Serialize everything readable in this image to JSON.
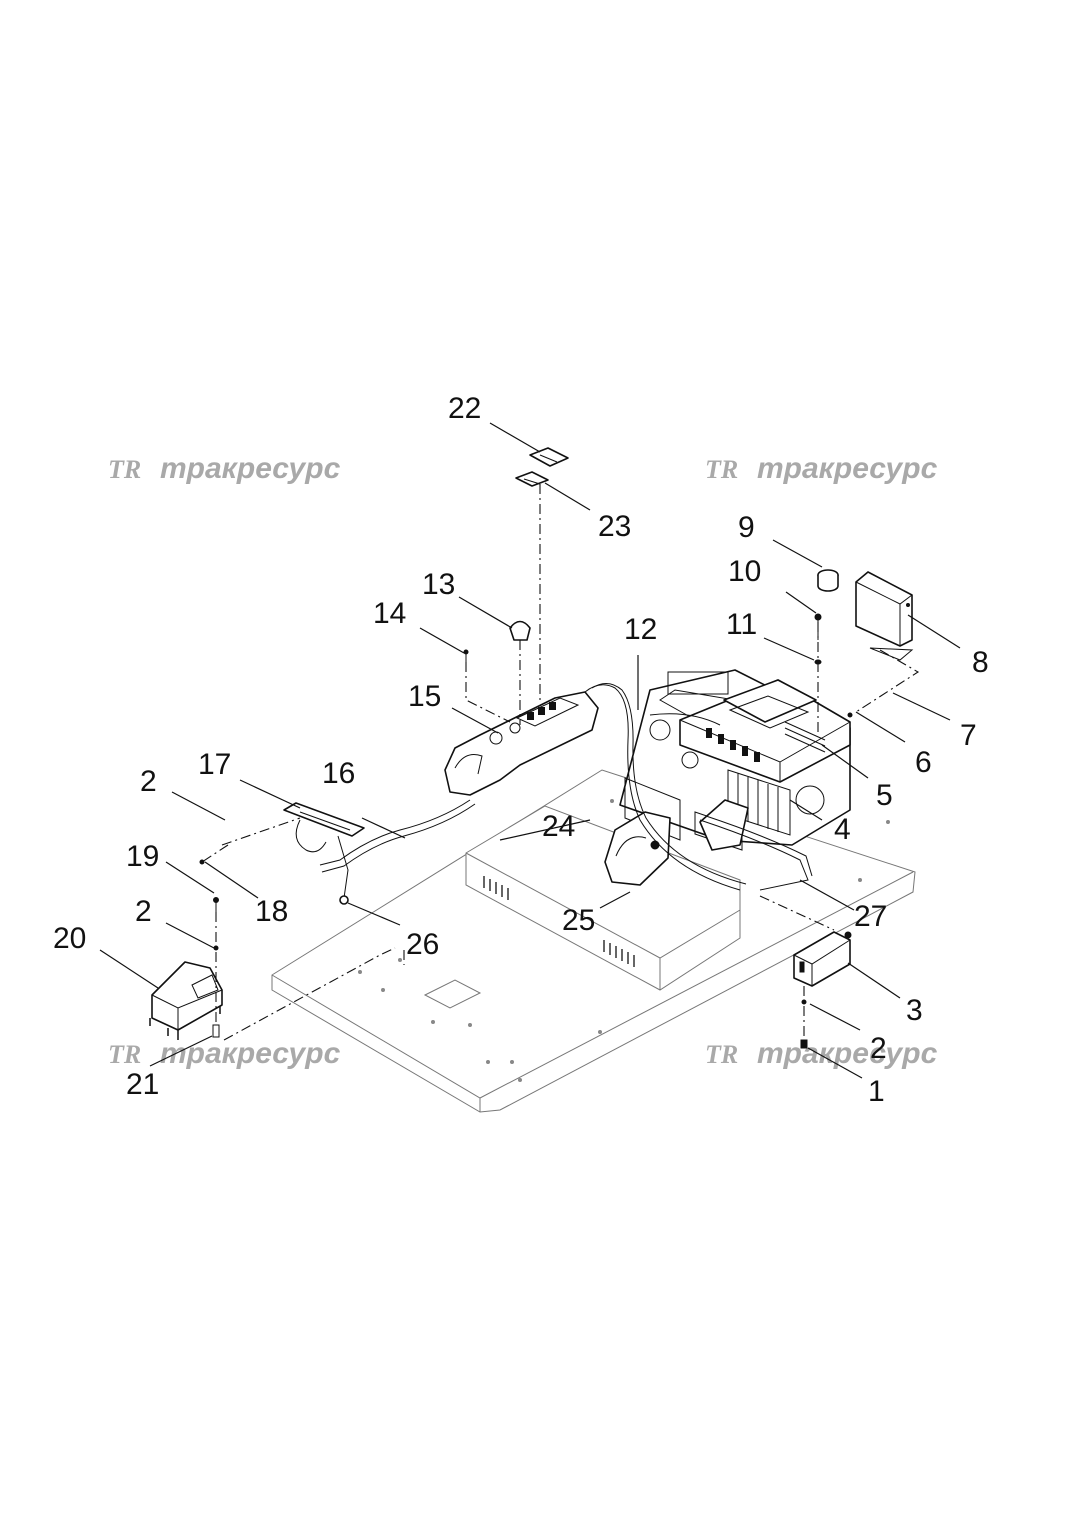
{
  "watermarks": [
    {
      "logo": "TR",
      "text": "тракресурс"
    },
    {
      "logo": "TR",
      "text": "тракресурс"
    },
    {
      "logo": "TR",
      "text": "тракресурс"
    },
    {
      "logo": "TR",
      "text": "тракресурс"
    }
  ],
  "callouts": {
    "c1": "1",
    "c2a": "2",
    "c2b": "2",
    "c2c": "2",
    "c3": "3",
    "c4": "4",
    "c5": "5",
    "c6": "6",
    "c7": "7",
    "c8": "8",
    "c9": "9",
    "c10": "10",
    "c11": "11",
    "c12": "12",
    "c13": "13",
    "c14": "14",
    "c15": "15",
    "c16": "16",
    "c17": "17",
    "c18": "18",
    "c19": "19",
    "c20": "20",
    "c21": "21",
    "c22": "22",
    "c23": "23",
    "c24": "24",
    "c25": "25",
    "c26": "26",
    "c27": "27"
  }
}
